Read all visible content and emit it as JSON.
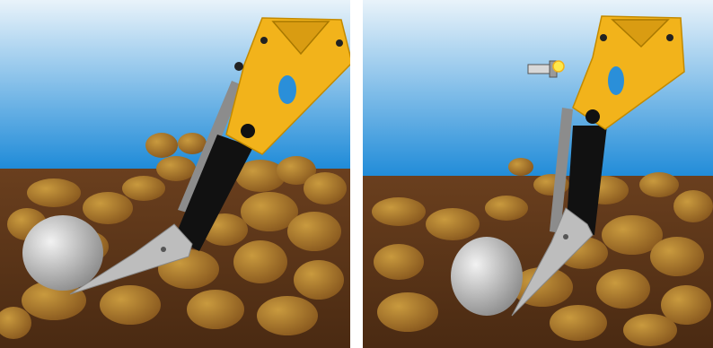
{
  "figure": {
    "panels": [
      {
        "id": "left",
        "state": "ripper tip lifting boulder"
      },
      {
        "id": "right",
        "state": "shear bolt tripped, shank swung back over boulder"
      }
    ],
    "colors": {
      "sky_top": "#e9f3fa",
      "sky_bottom": "#1d8ad8",
      "soil": "#6a3f1e",
      "clod": "#b07a2a",
      "ripper_yellow": "#f2b31b",
      "shank_black": "#111111",
      "blade_grey": "#b9b9b9",
      "boulder": "#c9c9c9"
    }
  }
}
